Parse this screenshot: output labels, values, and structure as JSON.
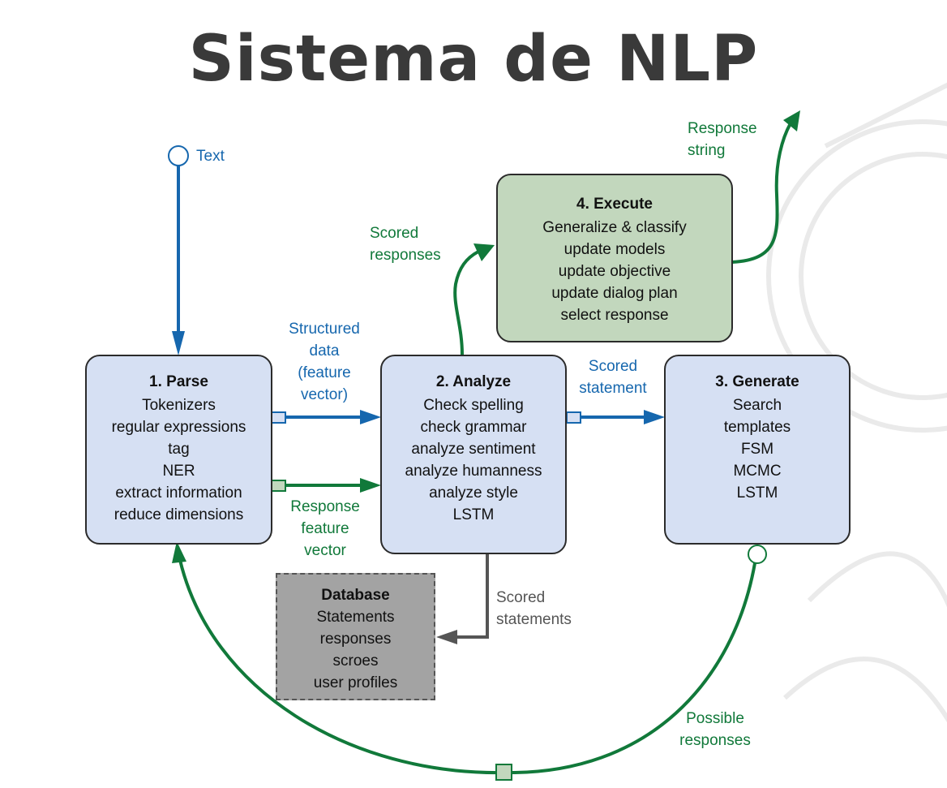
{
  "title": "Sistema de NLP",
  "nodes": {
    "parse": {
      "heading": "1. Parse",
      "lines": [
        "Tokenizers",
        "regular expressions",
        "tag",
        "NER",
        "extract information",
        "reduce dimensions"
      ]
    },
    "analyze": {
      "heading": "2. Analyze",
      "lines": [
        "Check spelling",
        "check grammar",
        "analyze sentiment",
        "analyze humanness",
        "analyze style",
        "LSTM"
      ]
    },
    "generate": {
      "heading": "3. Generate",
      "lines": [
        "Search",
        "templates",
        "FSM",
        "MCMC",
        "LSTM"
      ]
    },
    "execute": {
      "heading": "4. Execute",
      "lines": [
        "Generalize & classify",
        "update models",
        "update objective",
        "update dialog plan",
        "select response"
      ]
    },
    "database": {
      "heading": "Database",
      "lines": [
        "Statements",
        "responses",
        "scroes",
        "user profiles"
      ]
    }
  },
  "edges": {
    "text": "Text",
    "structured_data": [
      "Structured",
      "data",
      "(feature",
      "vector)"
    ],
    "response_feature_vector": [
      "Response",
      "feature",
      "vector"
    ],
    "scored_statement": [
      "Scored",
      "statement"
    ],
    "scored_responses": [
      "Scored",
      "responses"
    ],
    "response_string": [
      "Response",
      "string"
    ],
    "scored_statements": [
      "Scored",
      "statements"
    ],
    "possible_responses": [
      "Possible",
      "responses"
    ]
  },
  "colors": {
    "blue_arrow": "#1667ae",
    "green_arrow": "#11793a",
    "grey_arrow": "#555555",
    "box_blue": "#d6e0f3",
    "box_green": "#c2d7bd",
    "box_db": "#a3a3a3",
    "title": "#3a3a3a"
  }
}
